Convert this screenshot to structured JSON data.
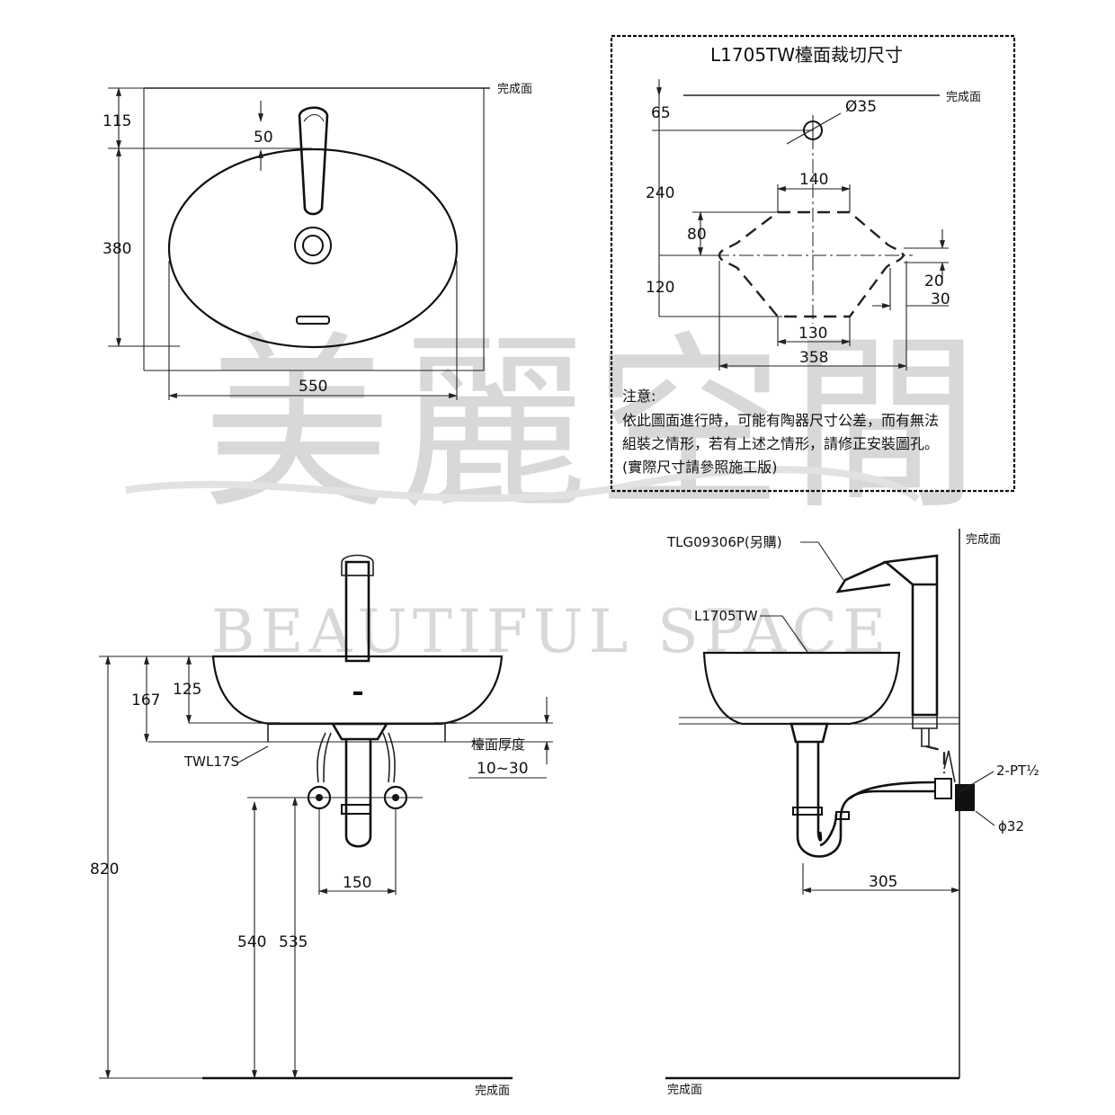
{
  "finish_surface": "完成面",
  "top_view": {
    "dims": {
      "d115": "115",
      "d50": "50",
      "d380": "380",
      "d550": "550"
    }
  },
  "cutout": {
    "title": "L1705TW檯面裁切尺寸",
    "dims": {
      "d65": "65",
      "d35": "Ø35",
      "d240": "240",
      "d140": "140",
      "d80": "80",
      "d120": "120",
      "d20": "20",
      "d30": "30",
      "d130": "130",
      "d358": "358"
    },
    "note_title": "注意:",
    "note_lines": [
      "依此圖面進行時，可能有陶器尺寸公差，而有無法",
      "組裝之情形，若有上述之情形，請修正安裝圖孔。",
      "(實際尺寸請參照施工版)"
    ]
  },
  "front_view": {
    "dims": {
      "d167": "167",
      "d125": "125",
      "d820": "820",
      "d540": "540",
      "d535": "535",
      "d150": "150"
    },
    "labels": {
      "bolt": "TWL17S",
      "counter_thickness": "檯面厚度",
      "thickness_range": "10~30"
    }
  },
  "side_view": {
    "dims": {
      "d305": "305",
      "d32": "ϕ32"
    },
    "labels": {
      "faucet": "TLG09306P(另購)",
      "basin": "L1705TW",
      "supply": "2-PT½"
    }
  },
  "watermark": {
    "chars": "美麗空間",
    "en": "BEAUTIFUL SPACE"
  }
}
